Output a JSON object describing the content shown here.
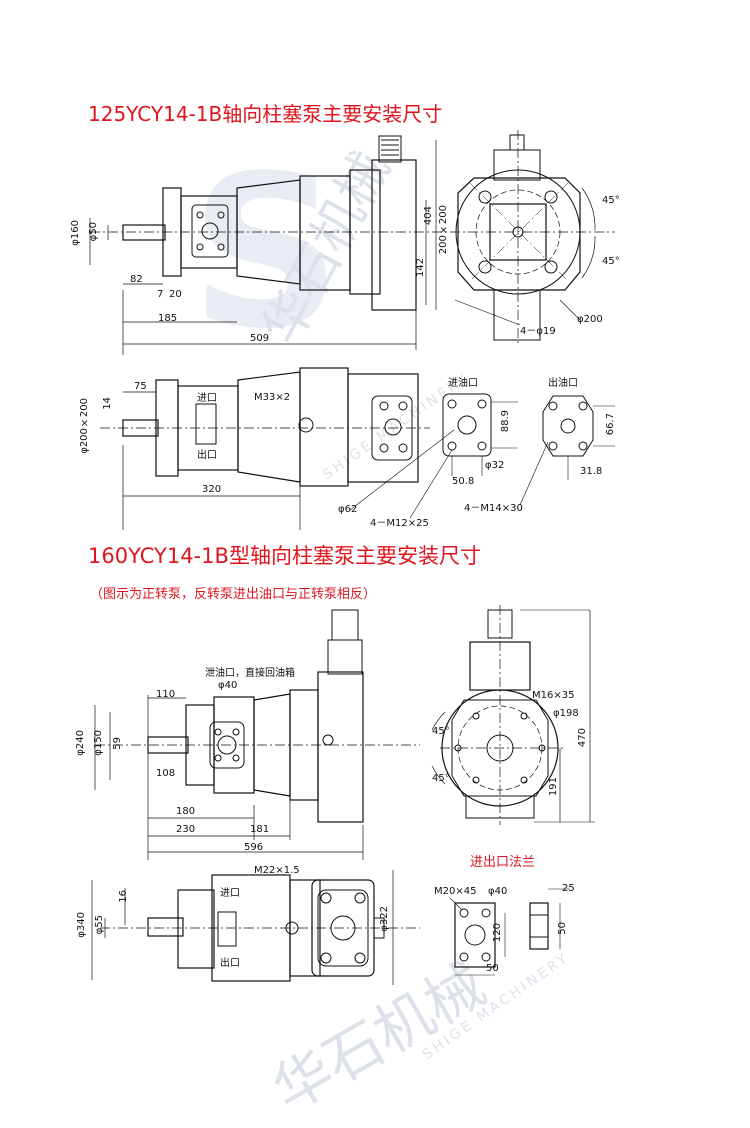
{
  "titles": {
    "pump125": "125YCY14-1B轴向柱塞泵主要安装尺寸",
    "pump160": "160YCY14-1B型轴向柱塞泵主要安装尺寸",
    "note160": "（图示为正转泵，反转泵进出油口与正转泵相反）",
    "flange160": "进出口法兰"
  },
  "watermark": {
    "brand_cn": "华石机械",
    "brand_en": "SHIGE MACHINERY"
  },
  "dims125": {
    "d160": "φ160",
    "d50": "φ50",
    "d82": "82",
    "d7": "7",
    "d20": "20",
    "d185": "185",
    "d509": "509",
    "d404": "404",
    "d200x200": "200×200",
    "d142": "142",
    "a45_top": "45°",
    "a45_bot": "45°",
    "holes": "4－φ19",
    "d200": "φ200",
    "d75": "75",
    "d14": "14",
    "d200x200b": "φ200×200",
    "inlet": "进口",
    "outlet": "出口",
    "m33": "M33×2",
    "d320": "320",
    "in_port": "进油口",
    "out_port": "出油口",
    "d88": "88.9",
    "d50_8": "50.8",
    "d32": "φ32",
    "d66": "66.7",
    "d31": "31.8",
    "d62": "φ62",
    "m12": "4－M12×25",
    "m14": "4－M14×30"
  },
  "dims160": {
    "drain": "泄油口，直接回油箱",
    "d40": "φ40",
    "d110": "110",
    "d240": "φ240",
    "d150": "φ150",
    "d59": "59",
    "d108": "108",
    "d180": "180",
    "d230": "230",
    "d181": "181",
    "d596": "596",
    "m16": "M16×35",
    "d198": "φ198",
    "a45_top": "45°",
    "a45_bot": "45°",
    "d470": "470",
    "d191": "191",
    "m22": "M22×1.5",
    "inlet": "进口",
    "outlet": "出口",
    "d340": "φ340",
    "d55": "φ55",
    "d16": "16",
    "d322": "φ322",
    "m20": "M20×45",
    "f40": "φ40",
    "f25": "25",
    "f120": "120",
    "f50v": "50",
    "f50h": "50"
  }
}
